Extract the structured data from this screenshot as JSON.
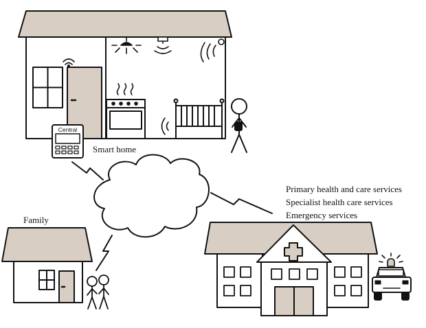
{
  "diagram": {
    "labels": {
      "smart_home": "Smart home",
      "central": "Central",
      "family": "Family",
      "services": [
        "Primary health and care services",
        "Specialist health care services",
        "Emergency services"
      ]
    },
    "colors": {
      "roof": "#d8cec4",
      "door": "#d8cec4",
      "outline": "#111111",
      "background": "#ffffff"
    }
  }
}
